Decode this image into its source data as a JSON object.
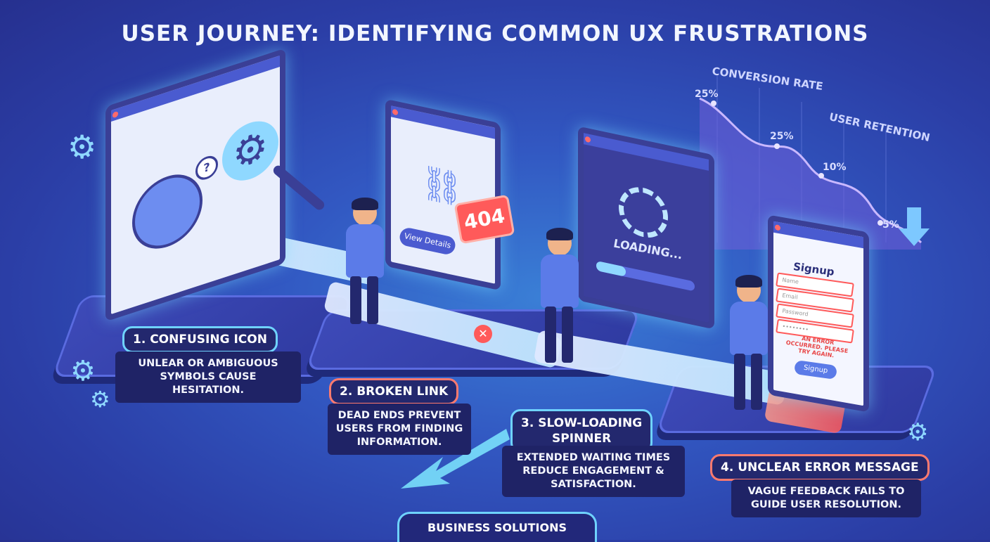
{
  "title": "USER JOURNEY: IDENTIFYING COMMON UX FRUSTRATIONS",
  "steps": [
    {
      "title": "1. CONFUSING ICON",
      "desc_line1": "UNLEAR OR AMBIGUOUS",
      "desc_line2": "SYMBOLS CAUSE HESITATION."
    },
    {
      "title": "2. BROKEN LINK",
      "desc_line1": "DEAD ENDS PREVENT",
      "desc_line2": "USERS FROM FINDING",
      "desc_line3": "INFORMATION."
    },
    {
      "title_line1": "3. SLOW-LOADING",
      "title_line2": "SPINNER",
      "desc_line1": "EXTENDED WAITING TIMES",
      "desc_line2": "REDUCE ENGAGEMENT &",
      "desc_line3": "SATISFACTION."
    },
    {
      "title": "4. UNCLEAR ERROR MESSAGE",
      "desc_line1": "VAGUE FEEDBACK FAILS TO",
      "desc_line2": "GUIDE USER RESOLUTION."
    }
  ],
  "screens": {
    "broken_link": {
      "error_code": "404",
      "button_label": "View Details"
    },
    "loading": {
      "text": "LOADING..."
    },
    "signup": {
      "title": "Signup",
      "fields": [
        "Name",
        "Email",
        "Password",
        "••••••••"
      ],
      "error": "AN ERROR OCCURRED. PLEASE TRY AGAIN.",
      "button": "Signup"
    }
  },
  "chart": {
    "label_conversion": "CONVERSION RATE",
    "label_retention": "USER RETENTION",
    "stats": [
      "25%",
      "25%",
      "10%",
      "5%"
    ]
  },
  "footer": "BUSINESS SOLUTIONS",
  "colors": {
    "accent_red": "#ff7a6e",
    "accent_cyan": "#6fd3ff",
    "background": "#3258c2"
  }
}
